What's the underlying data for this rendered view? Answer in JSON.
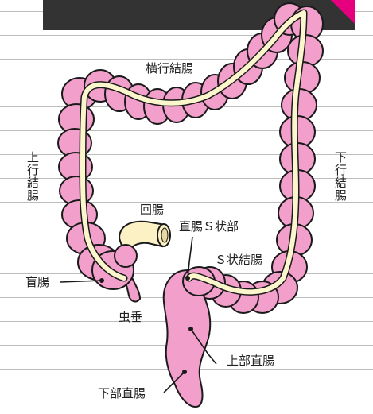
{
  "labels": {
    "transverse_colon": "横行結腸",
    "ascending_colon": "上行結腸",
    "descending_colon": "下行結腸",
    "ileum": "回腸",
    "rectosigmoid": "直腸Ｓ状部",
    "sigmoid_colon": "Ｓ状結腸",
    "cecum": "盲腸",
    "appendix": "虫垂",
    "upper_rectum": "上部直腸",
    "lower_rectum": "下部直腸"
  },
  "colors": {
    "intestine": "#f29fcb",
    "outline": "#1a1a1a",
    "lumen": "#fbf6cc",
    "ileum": "#fbf1c4",
    "header": "#333333",
    "accent": "#e6007e"
  }
}
